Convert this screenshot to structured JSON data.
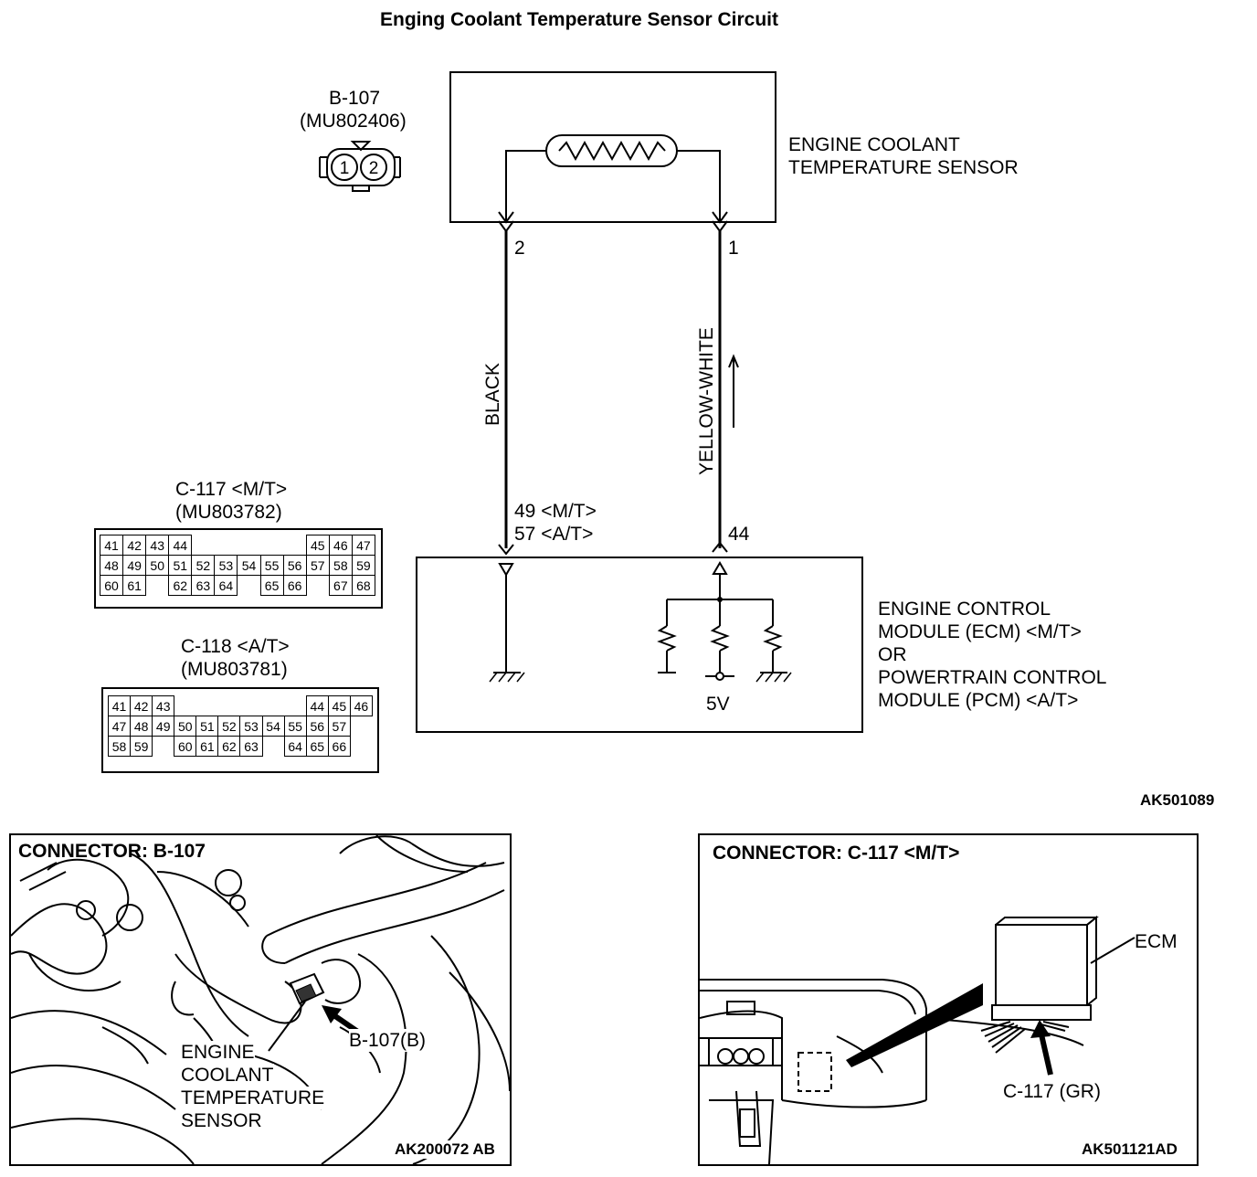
{
  "title": "Enging Coolant Temperature Sensor Circuit",
  "figure_id": "AK501089",
  "sensor": {
    "connector_id": "B-107",
    "part_no": "(MU802406)",
    "pins": [
      "1",
      "2"
    ],
    "label_line1": "ENGINE COOLANT",
    "label_line2": "TEMPERATURE SENSOR",
    "pin_left": "2",
    "pin_right": "1"
  },
  "wires": {
    "left_color": "BLACK",
    "right_color": "YELLOW-WHITE",
    "left_term_mt": "49 <M/T>",
    "left_term_at": "57 <A/T>",
    "right_term": "44"
  },
  "module": {
    "line1": "ENGINE CONTROL",
    "line2": "MODULE (ECM) <M/T>",
    "line3": "OR",
    "line4": "POWERTRAIN CONTROL",
    "line5": "MODULE (PCM) <A/T>",
    "supply": "5V"
  },
  "c117": {
    "id": "C-117 <M/T>",
    "part_no": "(MU803782)",
    "rows": [
      [
        "41",
        "42",
        "43",
        "44",
        "",
        "",
        "",
        "",
        "",
        "45",
        "46",
        "47"
      ],
      [
        "48",
        "49",
        "50",
        "51",
        "52",
        "53",
        "54",
        "55",
        "56",
        "57",
        "58",
        "59"
      ],
      [
        "60",
        "61",
        "",
        "62",
        "63",
        "64",
        "",
        "65",
        "66",
        "",
        "67",
        "68"
      ]
    ]
  },
  "c118": {
    "id": "C-118 <A/T>",
    "part_no": "(MU803781)",
    "rows": [
      [
        "41",
        "42",
        "43",
        "",
        "",
        "",
        "",
        "",
        "",
        "44",
        "45",
        "46"
      ],
      [
        "47",
        "48",
        "49",
        "50",
        "51",
        "52",
        "53",
        "54",
        "55",
        "56",
        "57"
      ],
      [
        "58",
        "59",
        "",
        "60",
        "61",
        "62",
        "63",
        "",
        "64",
        "65",
        "66"
      ]
    ]
  },
  "panel_left": {
    "title": "CONNECTOR: B-107",
    "callout": "B-107(B)",
    "label_line1": "ENGINE",
    "label_line2": "COOLANT",
    "label_line3": "TEMPERATURE",
    "label_line4": "SENSOR",
    "code": "AK200072 AB"
  },
  "panel_right": {
    "title": "CONNECTOR: C-117 <M/T>",
    "ecm_label": "ECM",
    "callout": "C-117 (GR)",
    "code": "AK501121AD"
  }
}
